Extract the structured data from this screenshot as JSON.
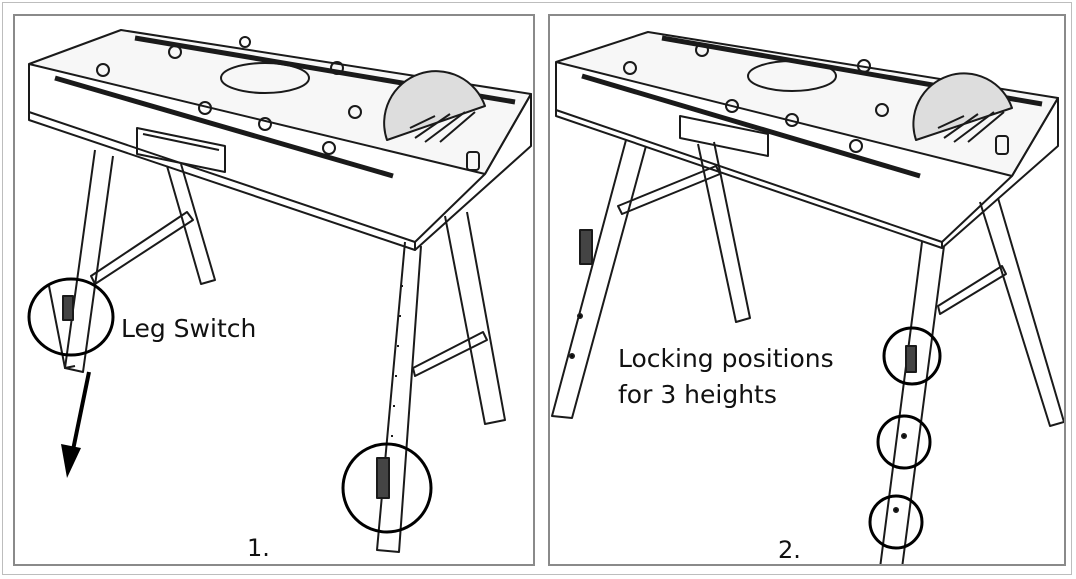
{
  "panels": [
    {
      "number": "1.",
      "label": "Leg Switch"
    },
    {
      "number": "2.",
      "label_line1": "Locking positions",
      "label_line2": "for 3 heights"
    }
  ],
  "colors": {
    "line": "#1a1a1a",
    "circle": "#000000",
    "frame": "#8a8a8a"
  },
  "icons": [
    "down-arrow-icon"
  ]
}
